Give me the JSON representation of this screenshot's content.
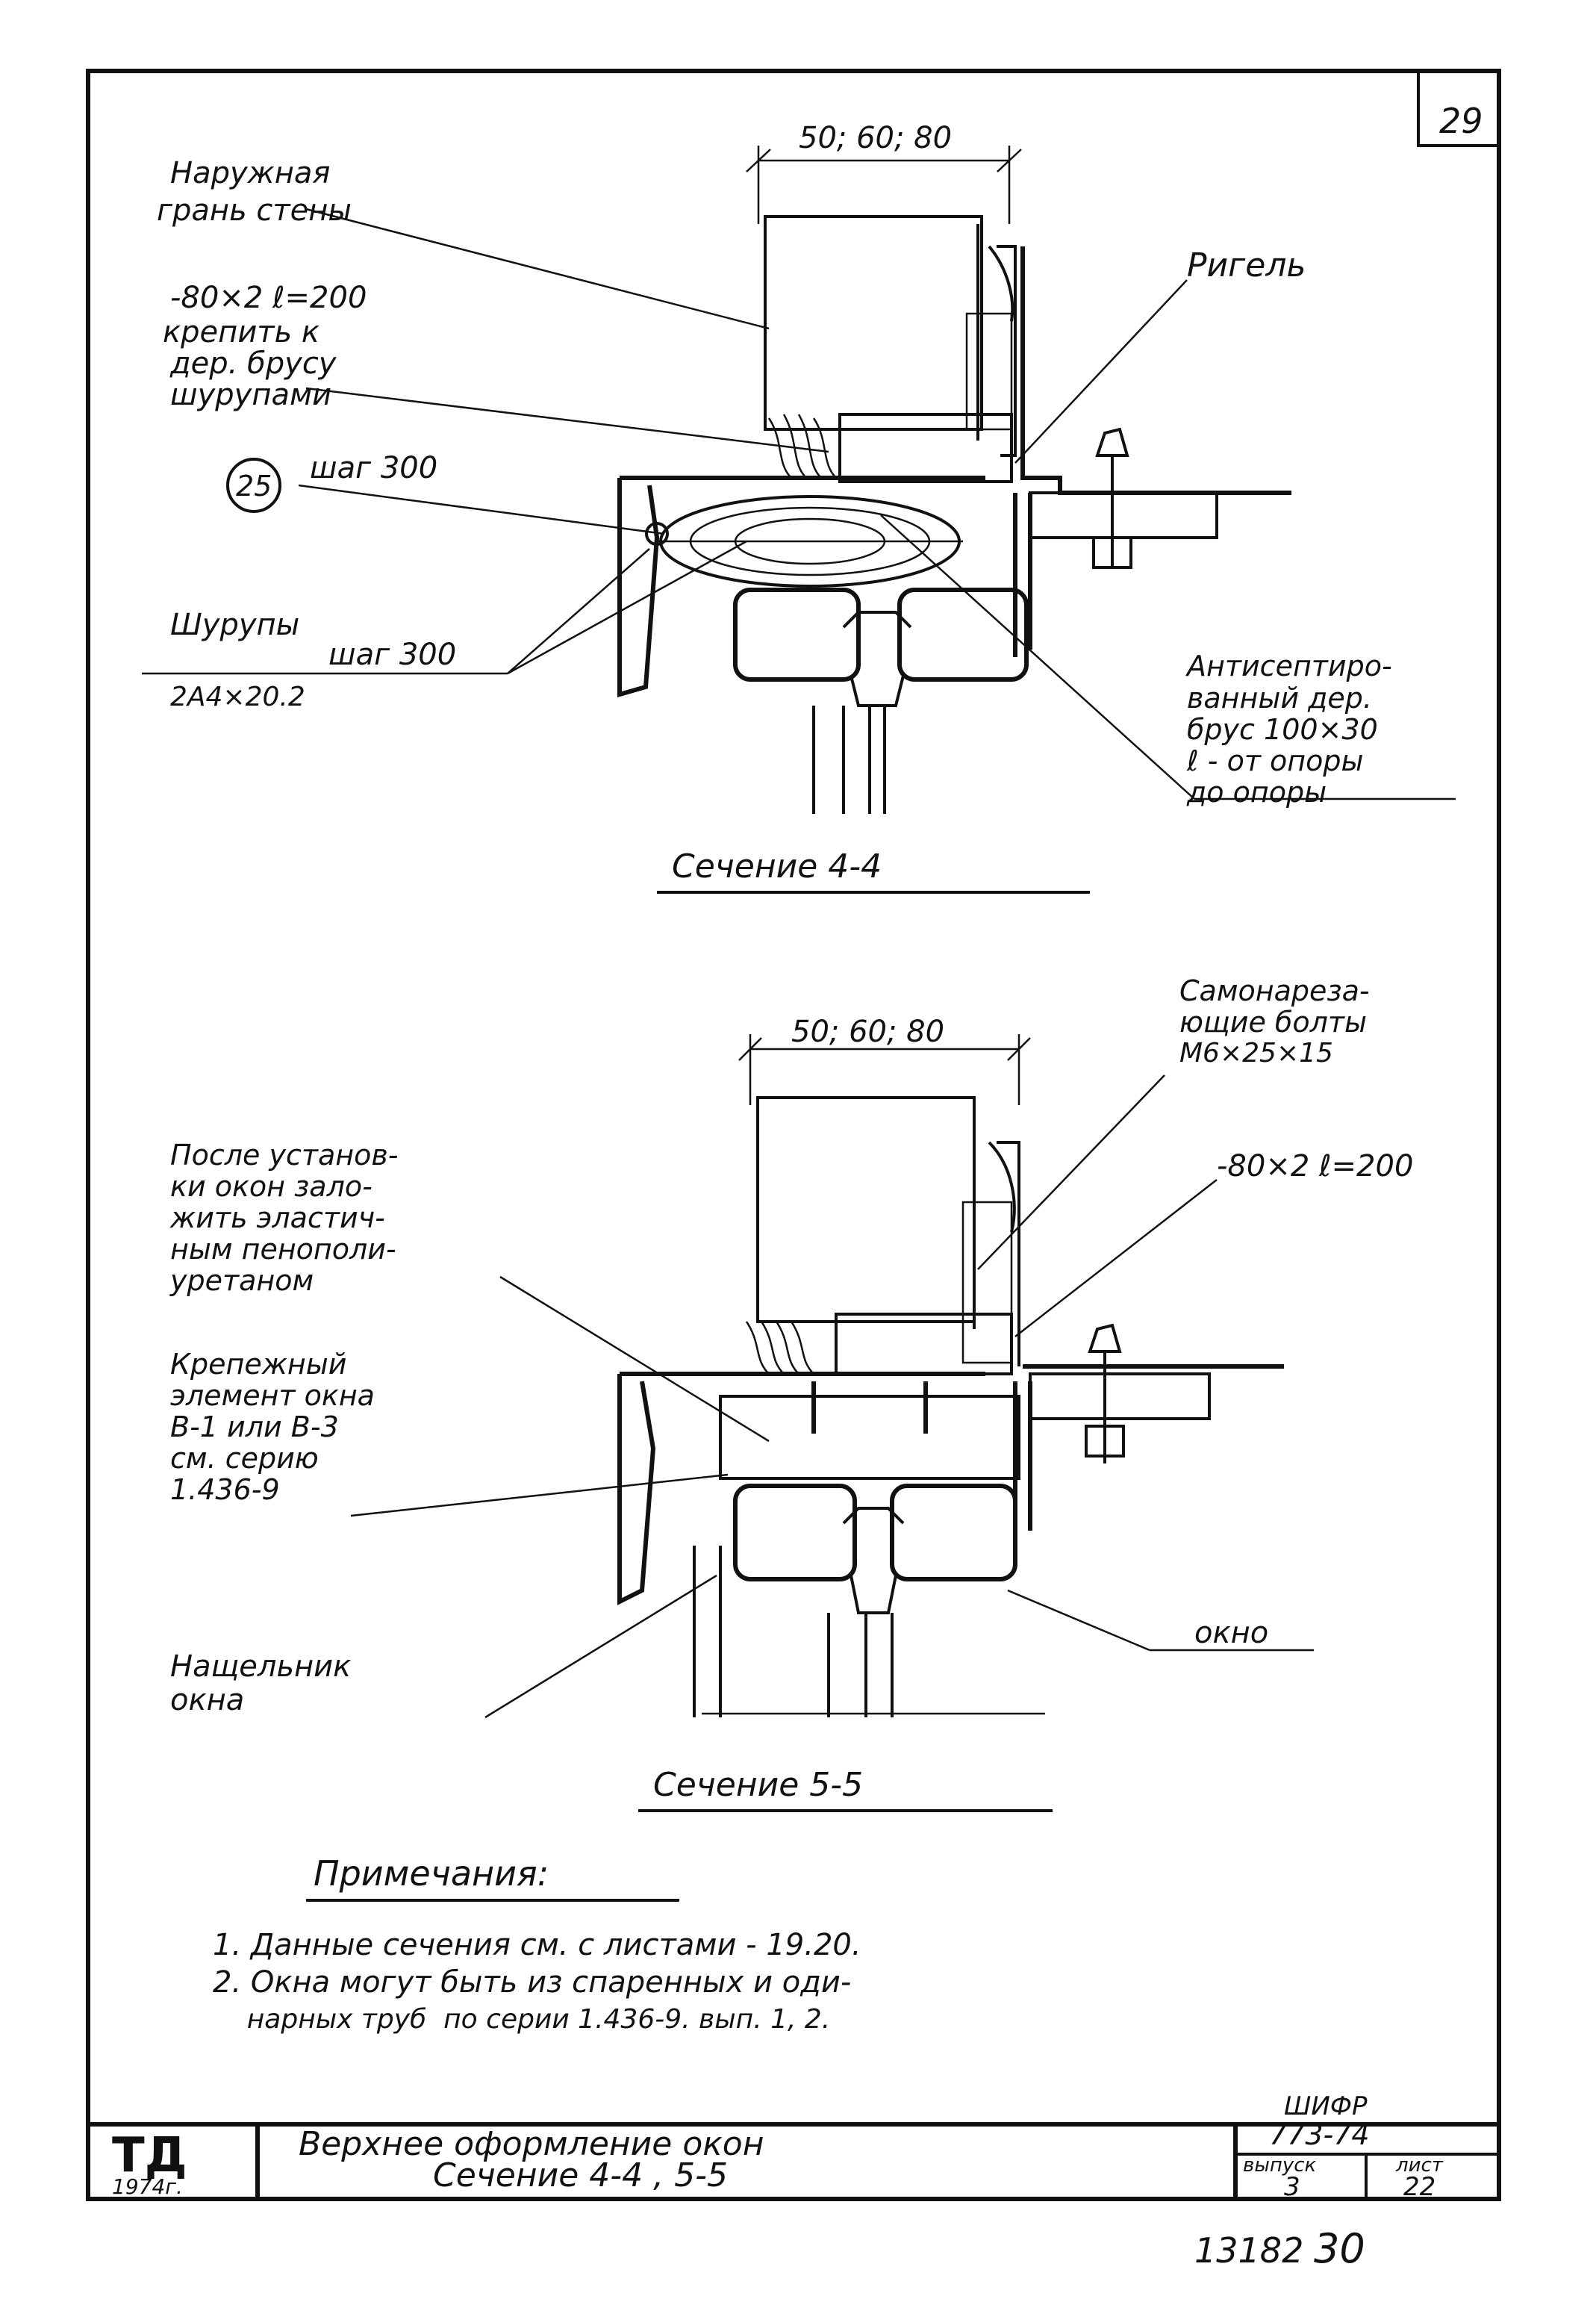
{
  "sheet": {
    "page_number": "29",
    "archive_number": "13182",
    "archive_page": "30"
  },
  "section_4_4": {
    "dimension": "50; 60; 80",
    "labels": {
      "outer_wall": [
        "Наружная",
        "грань стены"
      ],
      "strip": [
        "-80×2  ℓ=200",
        "крепить к",
        "дер. брусу",
        "шурупами"
      ],
      "callout_number": "25",
      "callout_step": "шаг 300",
      "crossbar": "Ригель",
      "screws": [
        "Шурупы",
        "шаг 300"
      ],
      "screws_size": "2А4×20.2",
      "beam": [
        "Антисептиро-",
        "ванный дер.",
        "брус 100×30",
        "ℓ - от опоры",
        "до опоры"
      ]
    },
    "title": "Сечение 4-4"
  },
  "section_5_5": {
    "dimension": "50; 60; 80",
    "labels": {
      "bolts": [
        "Самонареза-",
        "ющие болты",
        "М6×25×15"
      ],
      "strip": "-80×2  ℓ=200",
      "foam": [
        "После установ-",
        "ки окон зало-",
        "жить эластич-",
        "ным пенополи-",
        "уретаном"
      ],
      "fastener": [
        "Крепежный",
        "элемент окна",
        "В-1 или В-3",
        "см. серию",
        "1.436-9"
      ],
      "window": "окно",
      "sill": [
        "Нащельник",
        "окна"
      ]
    },
    "title": "Сечение 5-5"
  },
  "notes": {
    "heading": "Примечания:",
    "items": [
      "1. Данные сечения см. с листами - 19.20.",
      "2. Окна могут быть из спаренных и оди-",
      "    нарных труб  по серии 1.436-9. вып. 1, 2."
    ]
  },
  "title_block": {
    "logo": "ТД",
    "year": "1974г.",
    "title_line1": "Верхнее оформление окон",
    "title_line2": "Сечение 4-4 , 5-5",
    "code_label": "ШИФР",
    "code_value": "773-74",
    "issue_label": "выпуск",
    "issue_value": "3",
    "sheet_label": "лист",
    "sheet_value": "22"
  }
}
